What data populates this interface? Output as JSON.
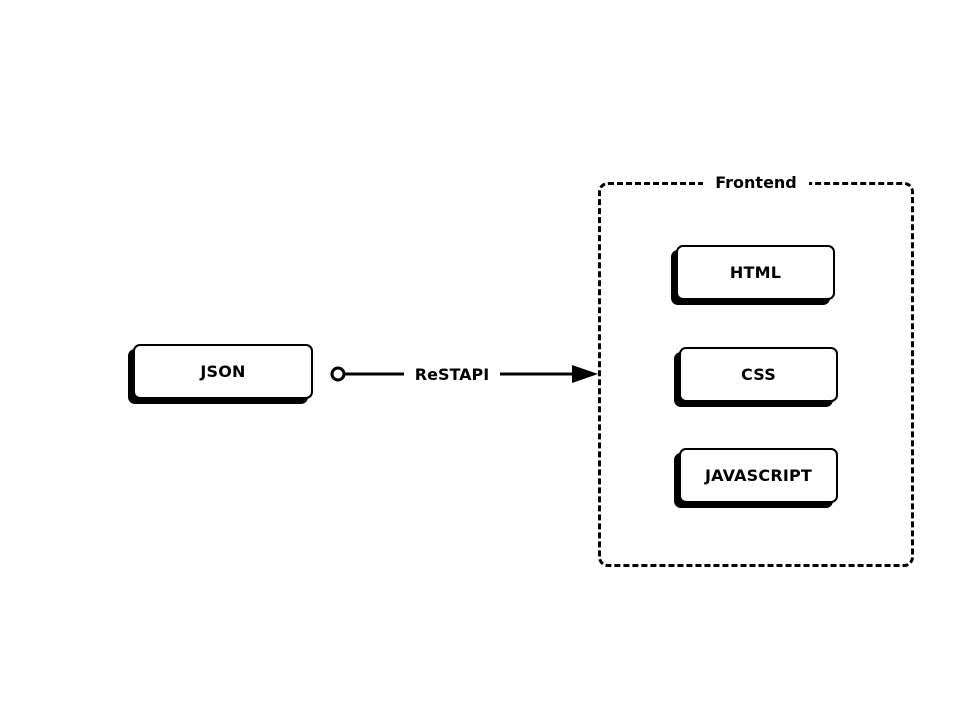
{
  "diagram": {
    "source": {
      "label": "JSON"
    },
    "edge": {
      "label": "ReSTAPI"
    },
    "group": {
      "title": "Frontend",
      "items": [
        {
          "label": "HTML"
        },
        {
          "label": "CSS"
        },
        {
          "label": "JAVASCRIPT"
        }
      ]
    }
  },
  "colors": {
    "stroke": "#000000",
    "background": "#ffffff"
  }
}
